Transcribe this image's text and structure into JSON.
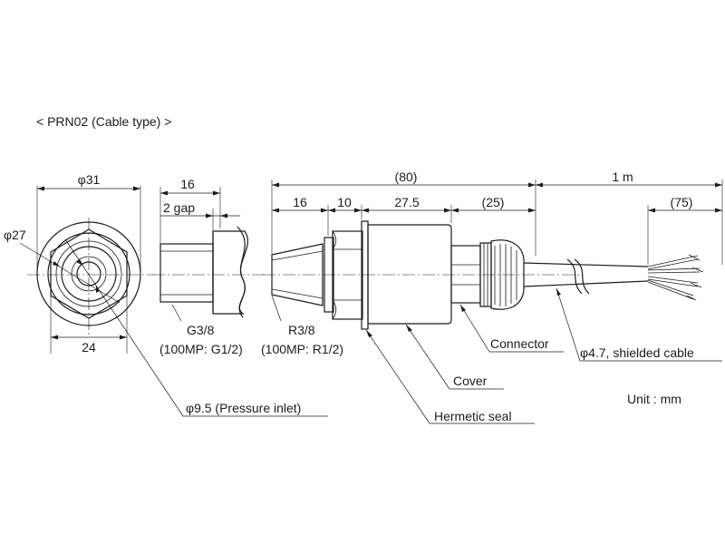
{
  "title": "< PRN02 (Cable type) >",
  "unit": "Unit : mm",
  "front_view": {
    "dim_outer": "φ31",
    "dim_circle": "φ27",
    "dim_hex": "24",
    "inlet_label": "φ9.5 (Pressure inlet)"
  },
  "g_fitting": {
    "dim_length": "16",
    "dim_gap": "2 gap",
    "thread": "G3/8",
    "thread_alt": "(100MP: G1/2)"
  },
  "body": {
    "dim_total": "(80)",
    "dim_thread": "16",
    "dim_hex": "10",
    "dim_cover": "27.5",
    "dim_connector": "(25)",
    "thread": "R3/8",
    "thread_alt": "(100MP: R1/2)"
  },
  "cable": {
    "dim_length": "1 m",
    "dim_strip": "(75)",
    "label": "φ4.7, shielded cable"
  },
  "callouts": {
    "connector": "Connector",
    "cover": "Cover",
    "hermetic_seal": "Hermetic seal"
  }
}
